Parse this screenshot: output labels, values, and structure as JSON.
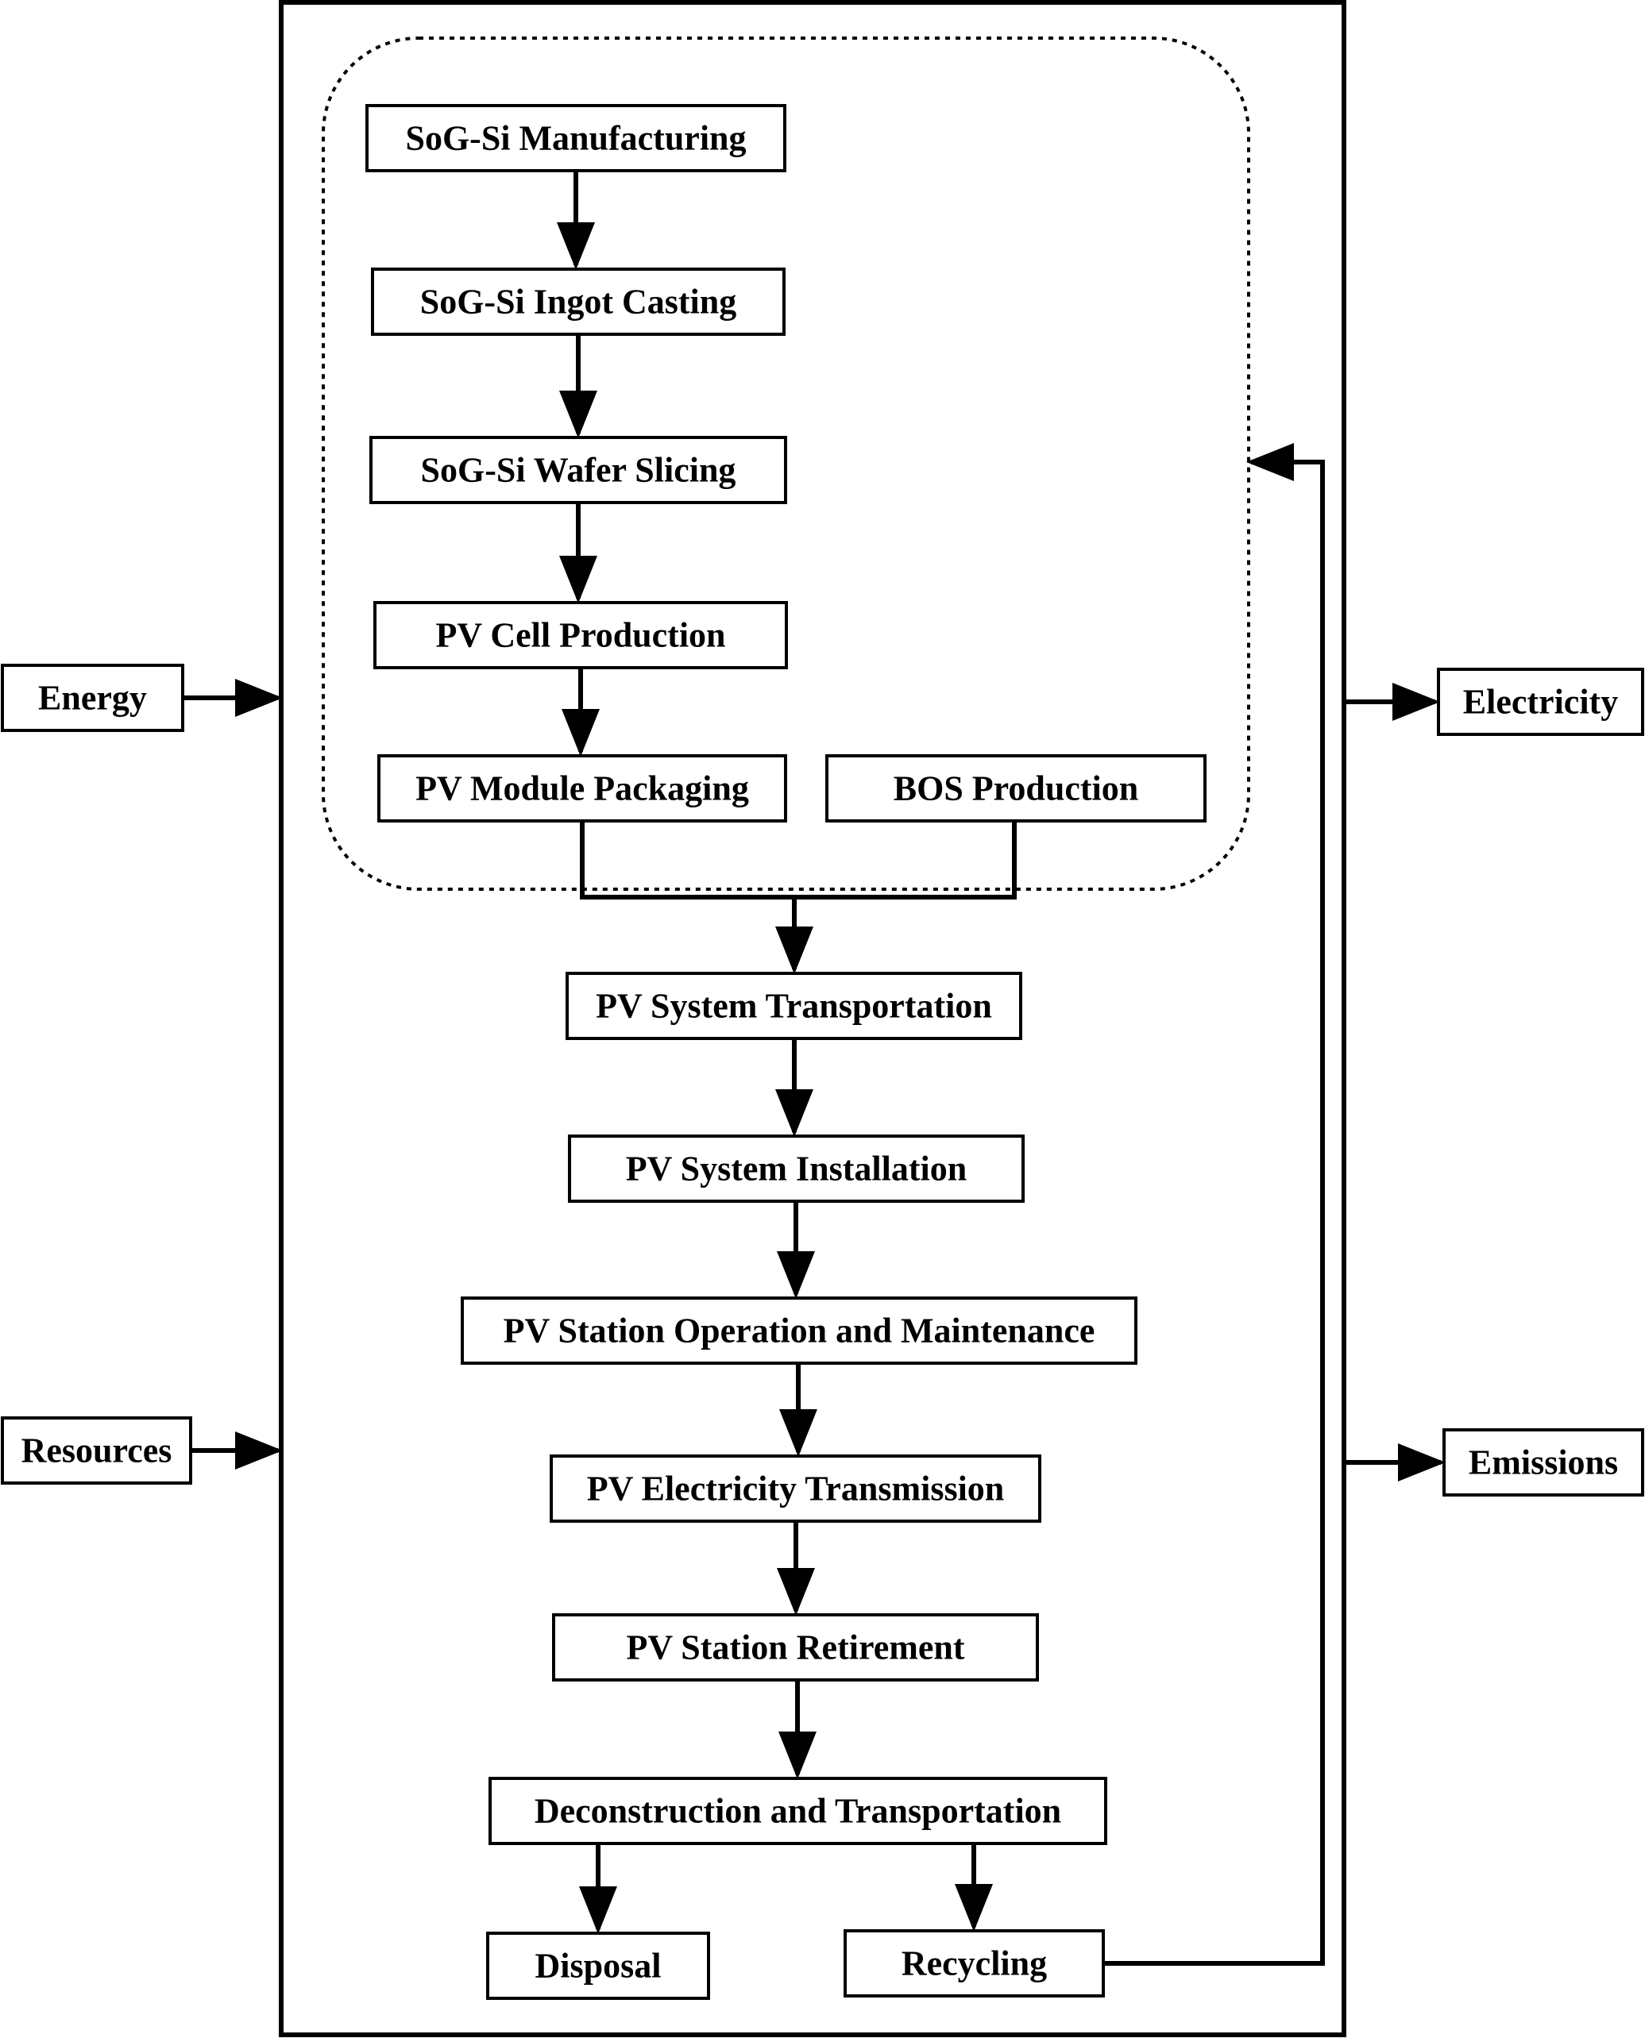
{
  "colors": {
    "stroke": "#000000",
    "background": "#ffffff"
  },
  "inputs": {
    "energy": "Energy",
    "resources": "Resources"
  },
  "outputs": {
    "electricity": "Electricity",
    "emissions": "Emissions"
  },
  "stages": {
    "sog_si_manufacturing": "SoG-Si Manufacturing",
    "sog_si_ingot_casting": "SoG-Si Ingot Casting",
    "sog_si_wafer_slicing": "SoG-Si Wafer Slicing",
    "pv_cell_production": "PV Cell Production",
    "pv_module_packaging": "PV Module Packaging",
    "bos_production": "BOS Production",
    "pv_system_transportation": "PV System Transportation",
    "pv_system_installation": "PV System Installation",
    "pv_station_operation_maintenance": "PV Station Operation and Maintenance",
    "pv_electricity_transmission": "PV Electricity Transmission",
    "pv_station_retirement": "PV Station Retirement",
    "deconstruction_transportation": "Deconstruction and Transportation",
    "disposal": "Disposal",
    "recycling": "Recycling"
  }
}
